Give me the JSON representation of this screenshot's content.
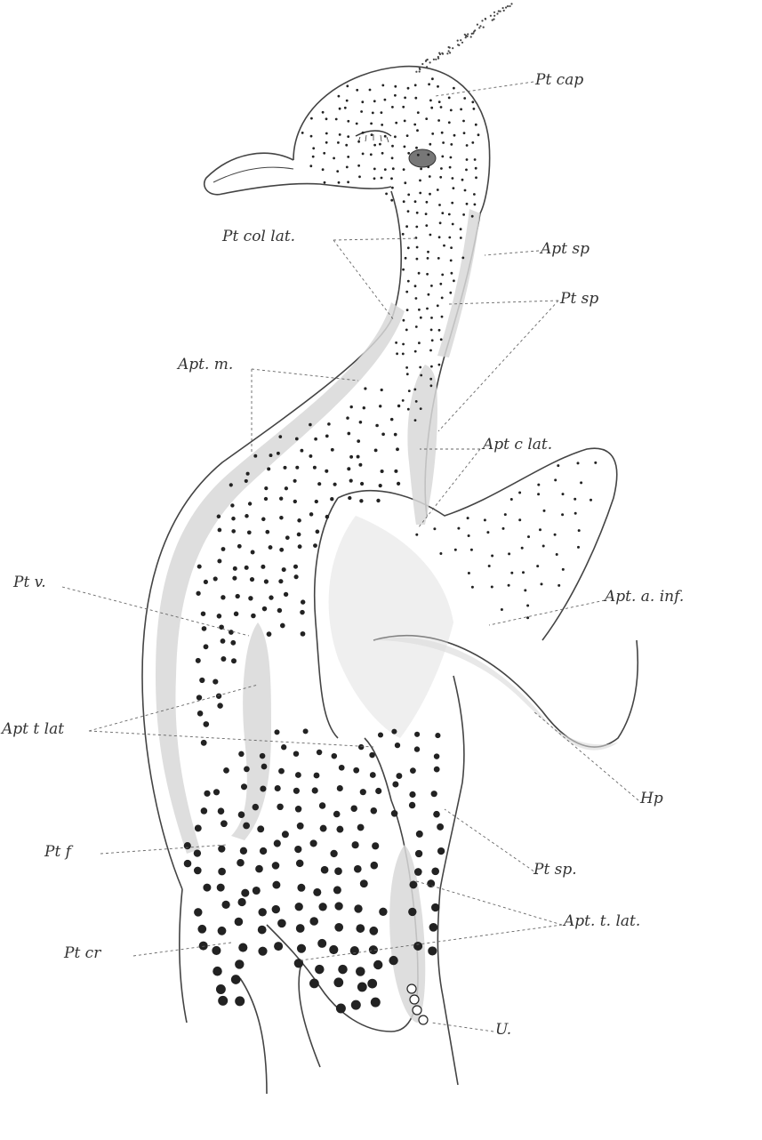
{
  "figure": {
    "labels": {
      "pt_cap": "Pt cap",
      "pt_col_lat": "Pt col lat.",
      "apt_sp": "Apt sp",
      "pt_sp_neck": "Pt sp",
      "apt_m": "Apt. m.",
      "apt_c_lat": "Apt c lat.",
      "apt_a_inf": "Apt. a. inf.",
      "pt_v": "Pt v.",
      "apt_t_lat_left": "Apt t lat",
      "hp": "Hp",
      "pt_sp_body": "Pt sp.",
      "pt_f": "Pt f",
      "apt_t_lat_right": "Apt. t. lat.",
      "pt_cr": "Pt cr",
      "u": "U."
    },
    "colors": {
      "ink": "#222222",
      "outline": "#444444",
      "apterium_shade": "#d9d9d9",
      "leader": "#666666"
    }
  }
}
